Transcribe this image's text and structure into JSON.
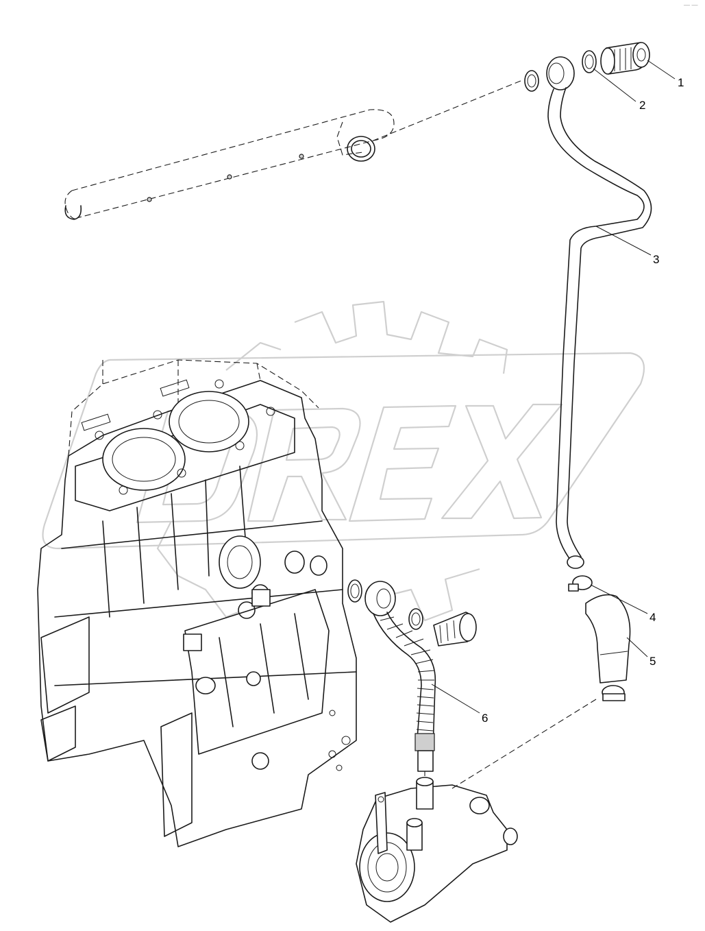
{
  "corner_mark": "— —",
  "callouts": [
    {
      "number": "1"
    },
    {
      "number": "2"
    },
    {
      "number": "3"
    },
    {
      "number": "4"
    },
    {
      "number": "5"
    },
    {
      "number": "6"
    }
  ],
  "watermark": {
    "text": "DREX"
  }
}
